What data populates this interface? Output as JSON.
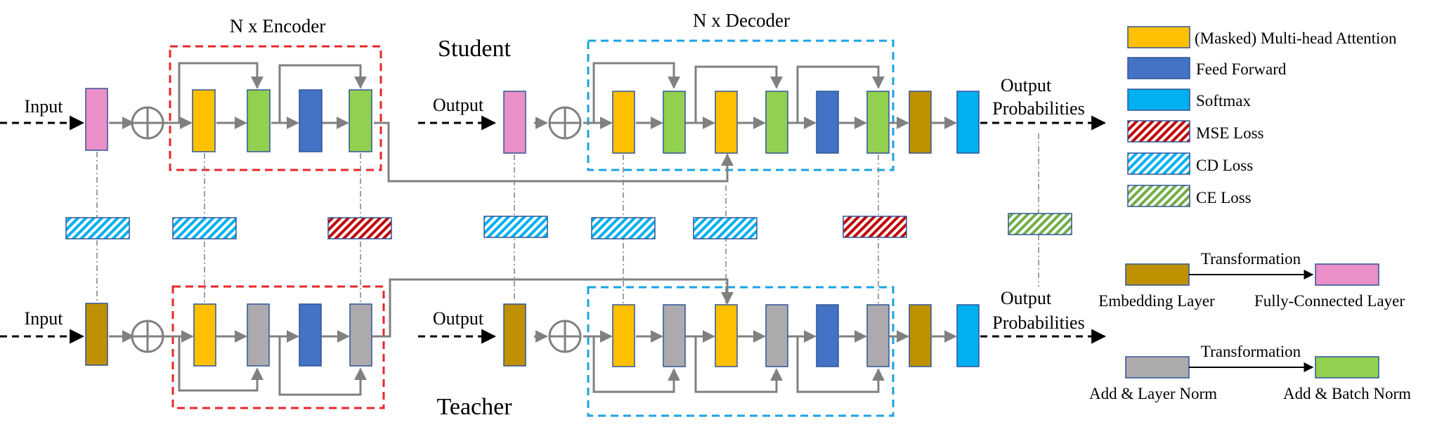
{
  "labels": {
    "encoder_title": "N x Encoder",
    "decoder_title": "N x Decoder",
    "student": "Student",
    "teacher": "Teacher",
    "input": "Input",
    "output": "Output",
    "output_prob_line1": "Output",
    "output_prob_line2": "Probabilities"
  },
  "legend": {
    "items": [
      {
        "label": "(Masked) Multi-head Attention",
        "kind": "attention"
      },
      {
        "label": "Feed Forward",
        "kind": "feedforward"
      },
      {
        "label": "Softmax",
        "kind": "softmax"
      },
      {
        "label": "MSE Loss",
        "kind": "mse"
      },
      {
        "label": "CD Loss",
        "kind": "cd"
      },
      {
        "label": "CE Loss",
        "kind": "ce"
      }
    ],
    "transform1": {
      "label": "Transformation",
      "from": "Embedding Layer",
      "to": "Fully-Connected Layer"
    },
    "transform2": {
      "label": "Transformation",
      "from": "Add & Layer Norm",
      "to": "Add & Batch Norm"
    }
  },
  "colors": {
    "attention": "#FFC000",
    "feedforward": "#4472C4",
    "softmax": "#00B0F0",
    "mse": "#C00000",
    "cd": "#00B0F0",
    "ce": "#70AD47",
    "embedding": "#BF9000",
    "fully_connected": "#EA8FC8",
    "layer_norm": "#ADAAAD",
    "batch_norm": "#92D050",
    "encoder_box": "#E8262A",
    "decoder_box": "#1AA3E3",
    "connector": "#808080",
    "block_border": "#2F5597"
  }
}
